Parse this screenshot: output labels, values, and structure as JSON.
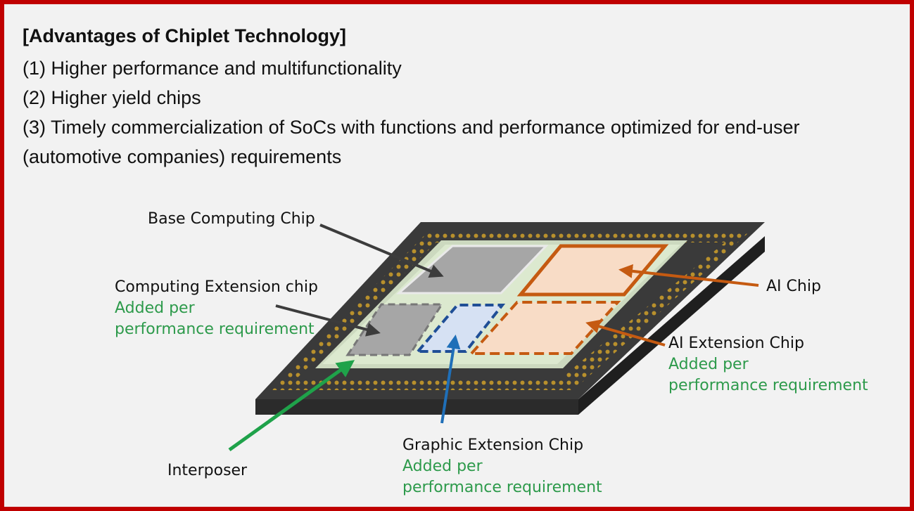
{
  "title": "[Advantages of Chiplet Technology]",
  "advantages": [
    "(1) Higher performance and multifunctionality",
    "(2) Higher yield chips",
    "(3) Timely commercialization of SoCs with functions and performance optimized for end-user",
    "(automotive companies) requirements"
  ],
  "labels": {
    "base_computing_chip": "Base Computing Chip",
    "computing_extension_chip": "Computing Extension chip",
    "ai_chip": "AI Chip",
    "ai_extension_chip": "AI Extension Chip",
    "graphic_extension_chip": "Graphic Extension Chip",
    "interposer": "Interposer"
  },
  "notes": {
    "added_per": "Added per",
    "performance_requirement": "performance requirement"
  },
  "colors": {
    "border": "#c00000",
    "note_green": "#2d9a4b",
    "ai_orange": "#c55a11",
    "graphic_blue": "#1f4e96",
    "interposer_arrow": "#1fa24a",
    "package": "#3a3a3a",
    "interposer_fill": "#dce9cf"
  }
}
